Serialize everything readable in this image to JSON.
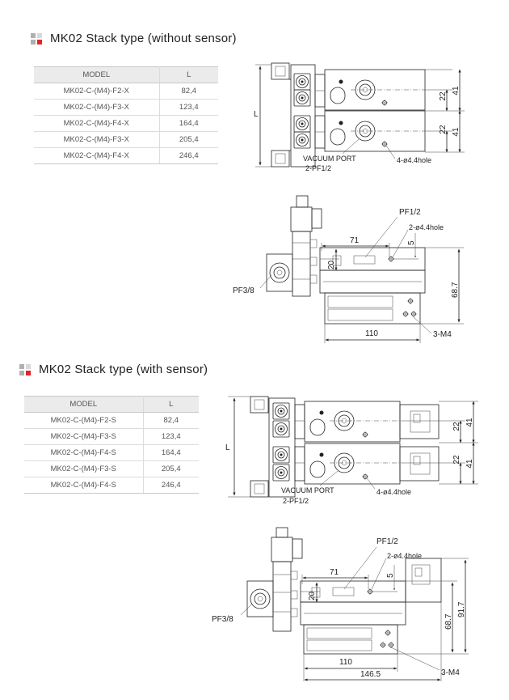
{
  "section1": {
    "title": "MK02 Stack type (without sensor)",
    "table": {
      "headers": [
        "MODEL",
        "L"
      ],
      "rows": [
        [
          "MK02-C-(M4)-F2-X",
          "82,4"
        ],
        [
          "MK02-C-(M4)-F3-X",
          "123,4"
        ],
        [
          "MK02-C-(M4)-F4-X",
          "164,4"
        ],
        [
          "MK02-C-(M4)-F3-X",
          "205,4"
        ],
        [
          "MK02-C-(M4)-F4-X",
          "246,4"
        ]
      ]
    },
    "top_view": {
      "length_label": "L",
      "dim_22_a": "22",
      "dim_41_a": "41",
      "dim_22_b": "22",
      "dim_41_b": "41",
      "vacuum_port_line1": "VACUUM PORT",
      "vacuum_port_line2": "2-PF1/2",
      "hole_label": "4-ø4.4hole"
    },
    "side_view": {
      "pf12": "PF1/2",
      "hole_label": "2-ø4.4hole",
      "dim_71": "71",
      "dim_5": "5",
      "dim_20": "20",
      "dim_687": "68.7",
      "dim_110": "110",
      "pf38": "PF3/8",
      "m4": "3-M4"
    }
  },
  "section2": {
    "title": "MK02 Stack type (with sensor)",
    "table": {
      "headers": [
        "MODEL",
        "L"
      ],
      "rows": [
        [
          "MK02-C-(M4)-F2-S",
          "82,4"
        ],
        [
          "MK02-C-(M4)-F3-S",
          "123,4"
        ],
        [
          "MK02-C-(M4)-F4-S",
          "164,4"
        ],
        [
          "MK02-C-(M4)-F3-S",
          "205,4"
        ],
        [
          "MK02-C-(M4)-F4-S",
          "246,4"
        ]
      ]
    },
    "top_view": {
      "length_label": "L",
      "dim_22_a": "22",
      "dim_41_a": "41",
      "dim_22_b": "22",
      "dim_41_b": "41",
      "vacuum_port_line1": "VACUUM PORT",
      "vacuum_port_line2": "2-PF1/2",
      "hole_label": "4-ø4.4hole"
    },
    "side_view": {
      "pf12": "PF1/2",
      "hole_label": "2-ø4.4hole",
      "dim_71": "71",
      "dim_5": "5",
      "dim_20": "20",
      "dim_917": "91.7",
      "dim_687": "68.7",
      "dim_110": "110",
      "dim_1465": "146.5",
      "pf38": "PF3/8",
      "m4": "3-M4"
    }
  },
  "colors": {
    "accent_red": "#e0262c",
    "bullet_gray": "#b0b0b0",
    "table_header": "#ebebeb"
  }
}
